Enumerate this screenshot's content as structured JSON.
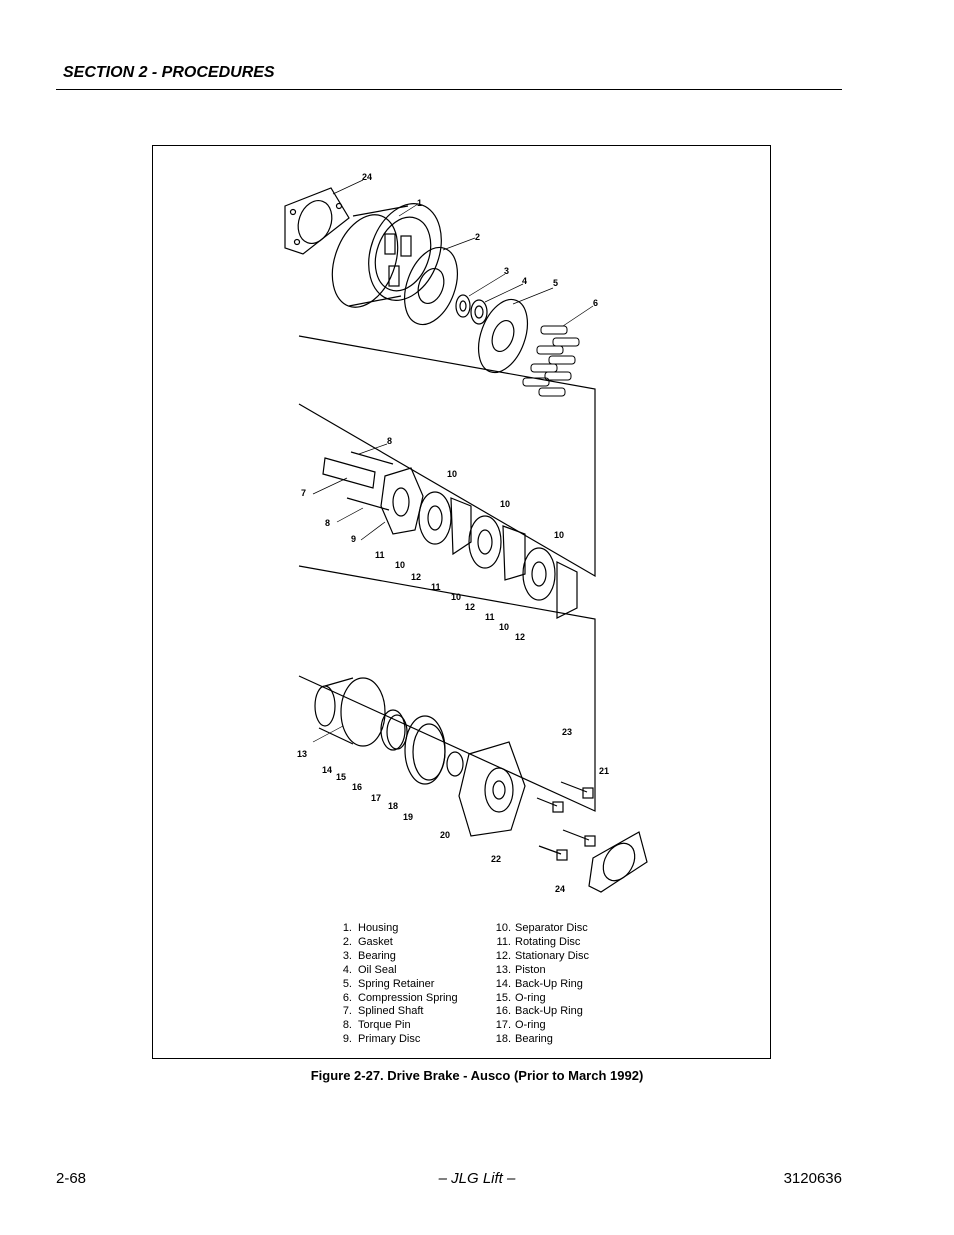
{
  "header": {
    "section_title": "SECTION 2 - PROCEDURES"
  },
  "figure": {
    "caption": "Figure 2-27.  Drive Brake - Ausco (Prior to March 1992)",
    "legend_left": [
      {
        "num": "1.",
        "label": "Housing"
      },
      {
        "num": "2.",
        "label": "Gasket"
      },
      {
        "num": "3.",
        "label": "Bearing"
      },
      {
        "num": "4.",
        "label": "Oil Seal"
      },
      {
        "num": "5.",
        "label": "Spring Retainer"
      },
      {
        "num": "6.",
        "label": "Compression Spring"
      },
      {
        "num": "7.",
        "label": "Splined Shaft"
      },
      {
        "num": "8.",
        "label": "Torque Pin"
      },
      {
        "num": "9.",
        "label": "Primary Disc"
      }
    ],
    "legend_right": [
      {
        "num": "10.",
        "label": "Separator Disc"
      },
      {
        "num": "11.",
        "label": "Rotating Disc"
      },
      {
        "num": "12.",
        "label": "Stationary Disc"
      },
      {
        "num": "13.",
        "label": "Piston"
      },
      {
        "num": "14.",
        "label": "Back-Up Ring"
      },
      {
        "num": "15.",
        "label": "O-ring"
      },
      {
        "num": "16.",
        "label": "Back-Up Ring"
      },
      {
        "num": "17.",
        "label": "O-ring"
      },
      {
        "num": "18.",
        "label": "Bearing"
      }
    ],
    "callouts": [
      "24",
      "1",
      "2",
      "3",
      "4",
      "5",
      "6",
      "8",
      "10",
      "7",
      "8",
      "10",
      "9",
      "11",
      "10",
      "10",
      "12",
      "11",
      "10",
      "12",
      "11",
      "10",
      "12",
      "23",
      "13",
      "21",
      "14",
      "15",
      "16",
      "17",
      "18",
      "19",
      "20",
      "22",
      "24"
    ]
  },
  "footer": {
    "page_number": "2-68",
    "center_text": "– JLG Lift –",
    "doc_number": "3120636"
  }
}
